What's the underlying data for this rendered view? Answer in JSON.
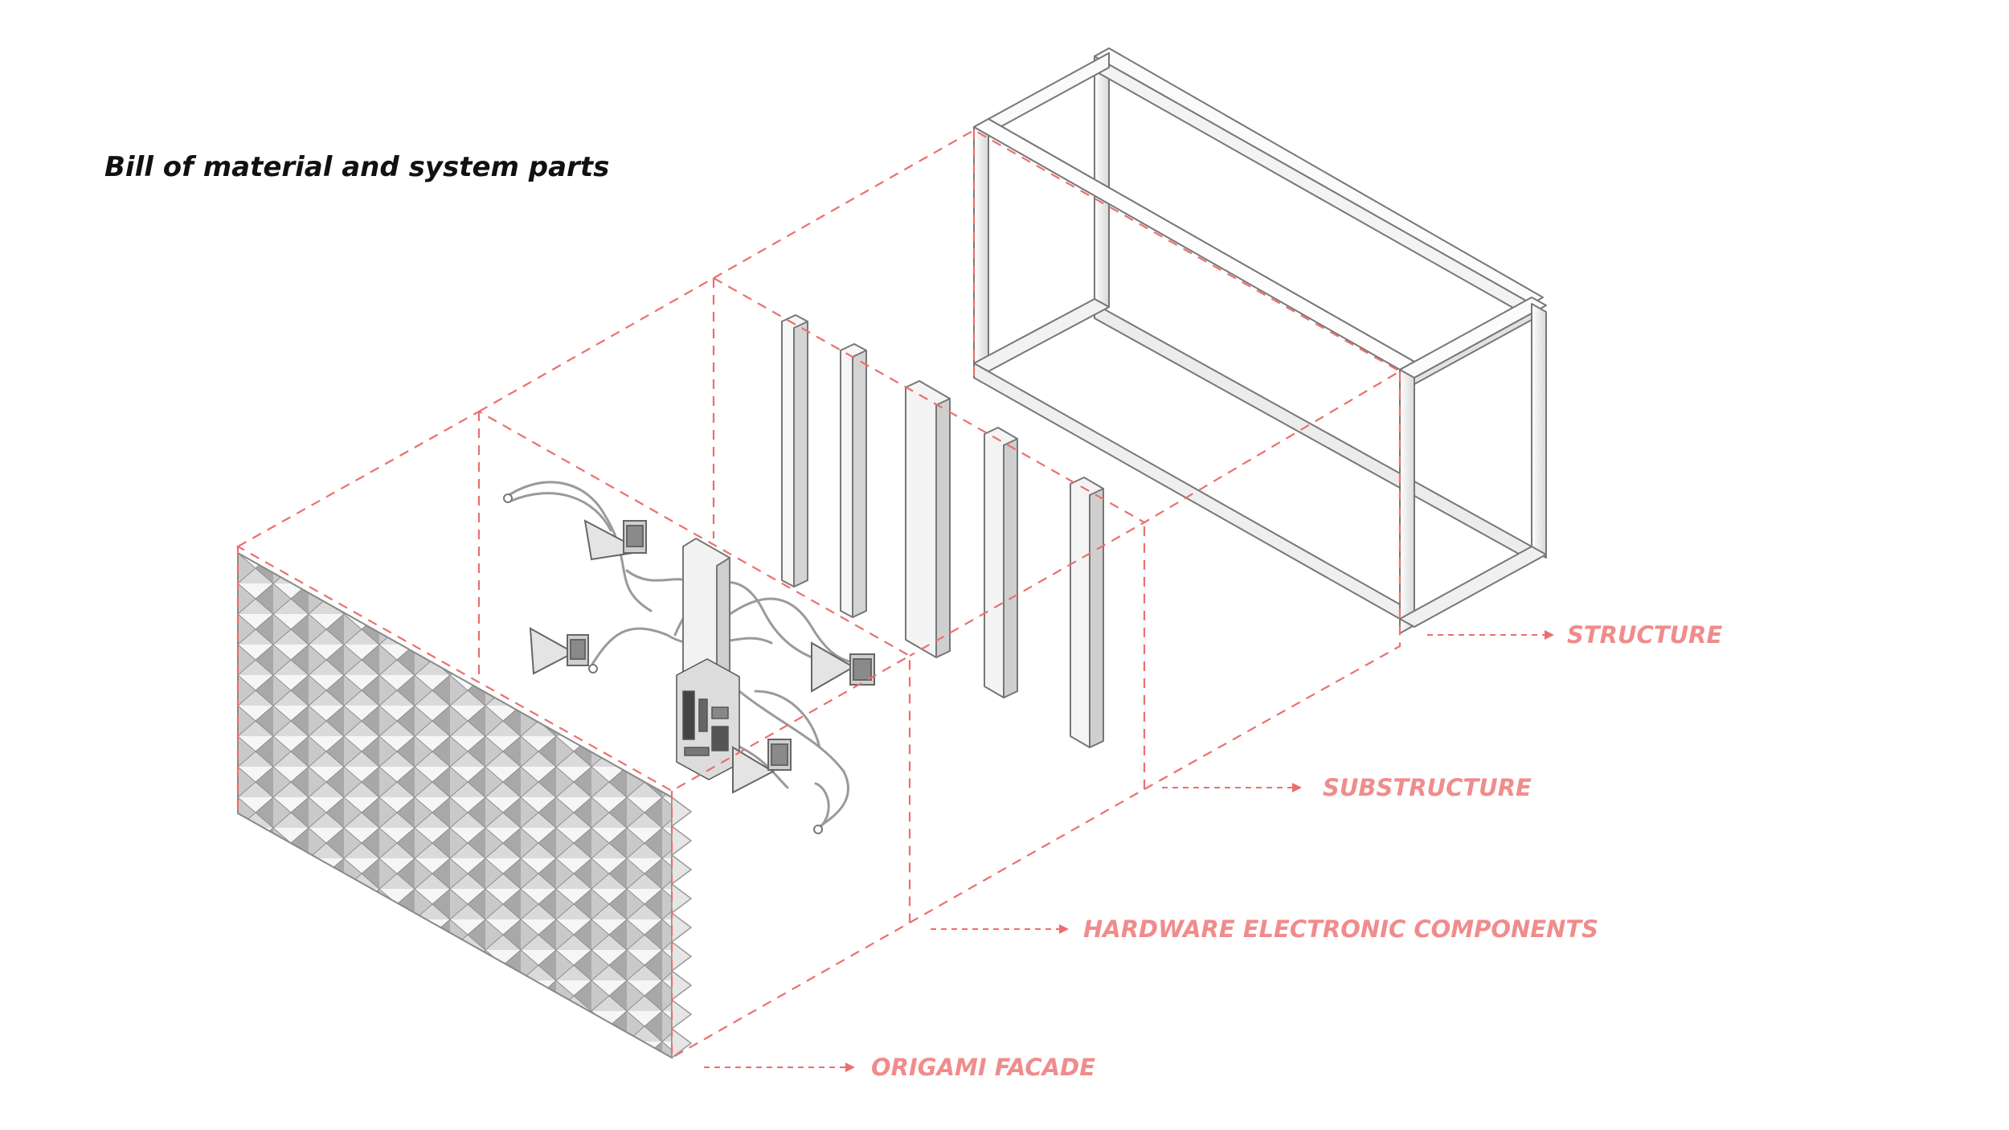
{
  "title": "Bill of material and system parts",
  "labels": {
    "structure": "STRUCTURE",
    "substructure": "SUBSTRUCTURE",
    "hardware": "HARDWARE ELECTRONIC COMPONENTS",
    "facade": "ORIGAMI FACADE"
  },
  "colors": {
    "accent": "#f08c8c",
    "dash": "#ec6f6f",
    "title": "#111111",
    "member": "#eeeeee",
    "member_edge": "#777777"
  }
}
